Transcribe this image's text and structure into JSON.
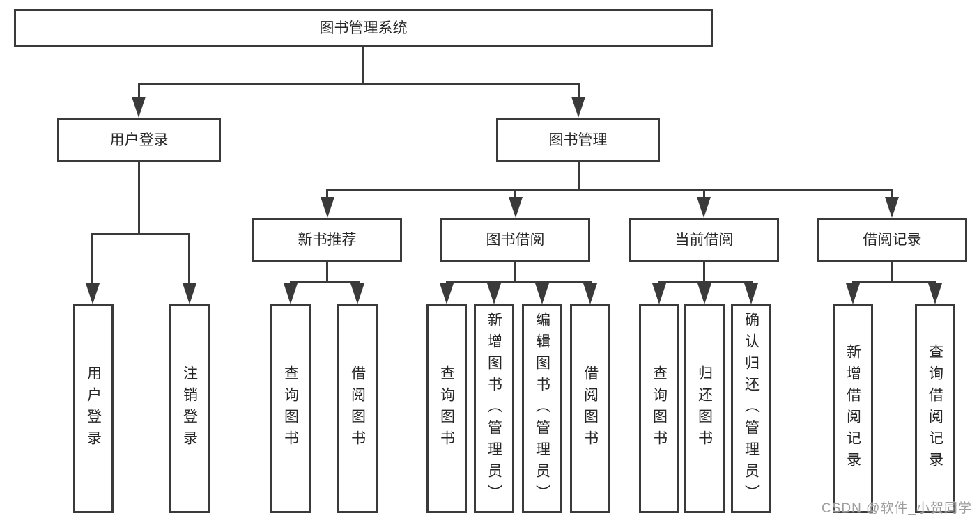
{
  "diagram": {
    "root": "图书管理系统",
    "level2": {
      "user_login": "用户登录",
      "book_mgmt": "图书管理"
    },
    "level3": {
      "new_book": "新书推荐",
      "book_borrow": "图书借阅",
      "current_borrow": "当前借阅",
      "borrow_record": "借阅记录"
    },
    "leaves": {
      "user_login": [
        "用户登录",
        "注销登录"
      ],
      "new_book": [
        "查询图书",
        "借阅图书"
      ],
      "book_borrow": [
        "查询图书",
        "新增图书（管理员）",
        "编辑图书（管理员）",
        "借阅图书"
      ],
      "current_borrow": [
        "查询图书",
        "归还图书",
        "确认归还（管理员）"
      ],
      "borrow_record": [
        "新增借阅记录",
        "查询借阅记录"
      ]
    }
  },
  "watermark": "CSDN @软件_小贺同学",
  "colors": {
    "line": "#3a3a3a",
    "text": "#262626",
    "watermark": "#9e9e9e",
    "background": "#ffffff"
  }
}
